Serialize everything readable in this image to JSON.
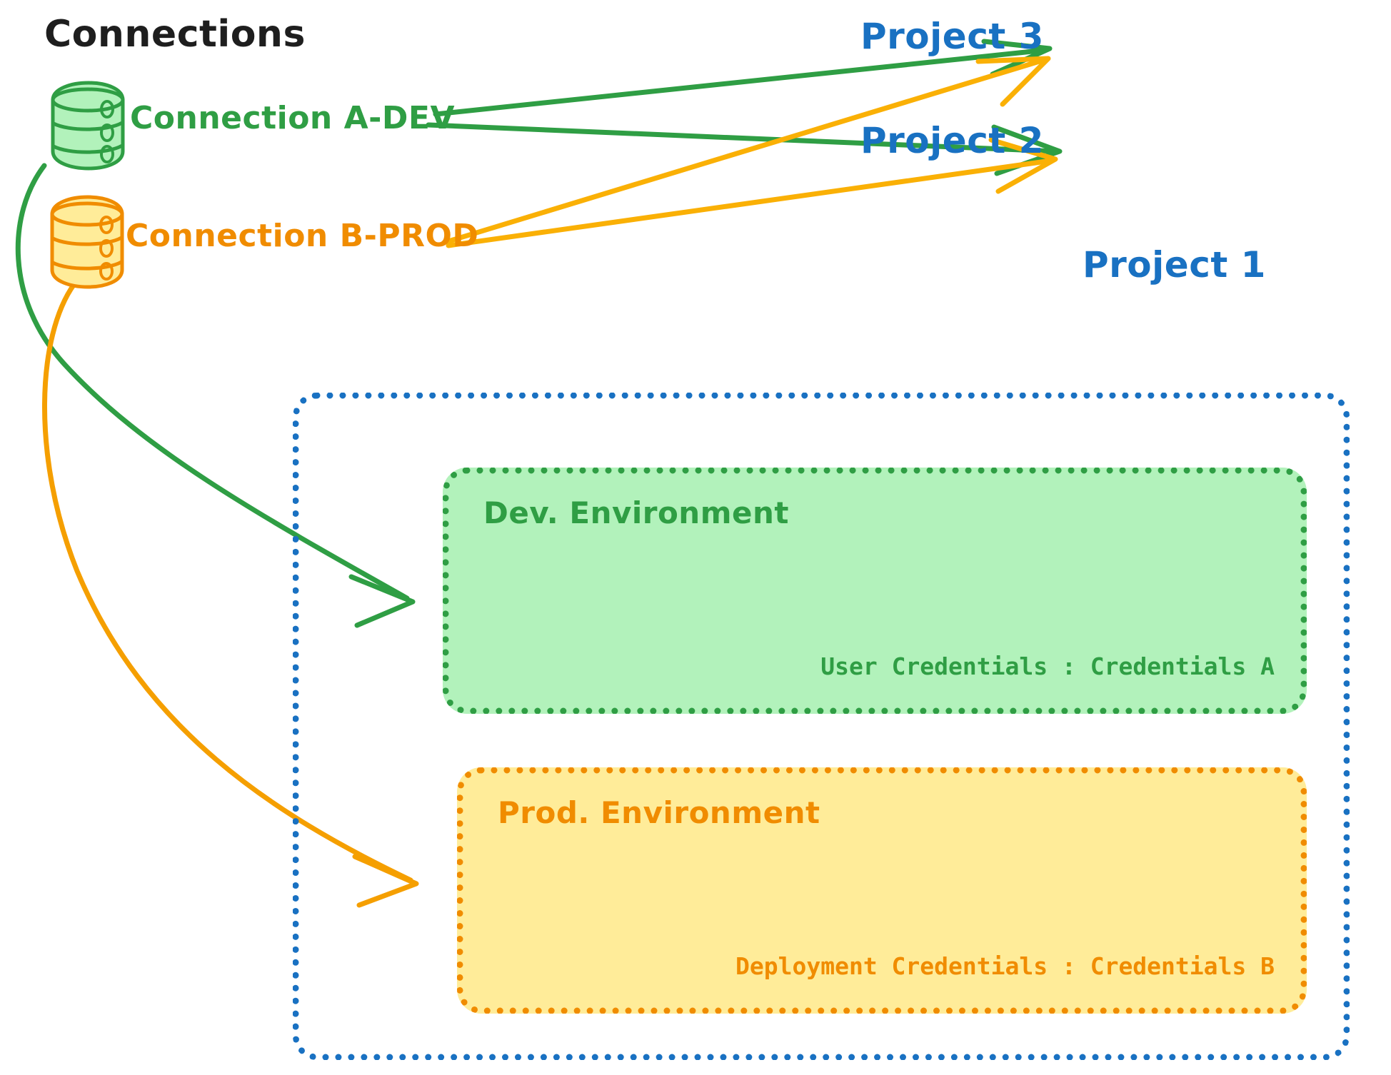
{
  "title": "Connections",
  "connections": [
    {
      "id": "a-dev",
      "label": "Connection A-DEV",
      "color": "#2f9e44",
      "icon": "database-icon"
    },
    {
      "id": "b-prod",
      "label": "Connection B-PROD",
      "color": "#f08c00",
      "icon": "database-icon"
    }
  ],
  "projects": [
    {
      "id": "project-3",
      "label": "Project 3"
    },
    {
      "id": "project-2",
      "label": "Project 2"
    },
    {
      "id": "project-1",
      "label": "Project 1"
    }
  ],
  "project1": {
    "environments": [
      {
        "id": "dev",
        "title": "Dev. Environment",
        "credentials_label": "User Credentials",
        "credentials_value": "Credentials A",
        "credentials_text": "User Credentials : Credentials A",
        "fill": "#b2f2bb",
        "stroke": "#2f9e44"
      },
      {
        "id": "prod",
        "title": "Prod. Environment",
        "credentials_label": "Deployment Credentials",
        "credentials_value": "Credentials B",
        "credentials_text": "Deployment Credentials : Credentials B",
        "fill": "#ffec99",
        "stroke": "#f08c00"
      }
    ],
    "container_stroke": "#1971c2"
  },
  "colors": {
    "green": "#2f9e44",
    "green_fill": "#b2f2bb",
    "orange": "#f08c00",
    "orange_fill": "#ffec99",
    "blue": "#1971c2",
    "ink": "#1e1e1e"
  },
  "edges": [
    {
      "from": "Connection A-DEV",
      "to": "Project 3",
      "color": "#2f9e44"
    },
    {
      "from": "Connection A-DEV",
      "to": "Project 2",
      "color": "#2f9e44"
    },
    {
      "from": "Connection A-DEV",
      "to": "Dev. Environment",
      "color": "#2f9e44"
    },
    {
      "from": "Connection B-PROD",
      "to": "Project 3",
      "color": "#f08c00"
    },
    {
      "from": "Connection B-PROD",
      "to": "Project 2",
      "color": "#f08c00"
    },
    {
      "from": "Connection B-PROD",
      "to": "Prod. Environment",
      "color": "#f08c00"
    }
  ]
}
